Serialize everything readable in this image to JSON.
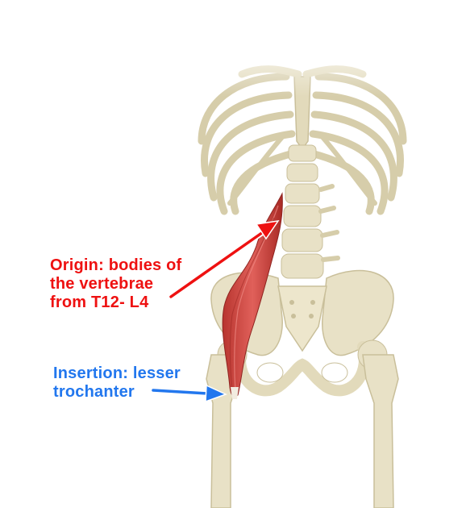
{
  "origin": {
    "lines": [
      "Origin: bodies of",
      "the vertebrae",
      "from T12- L4"
    ]
  },
  "insertion": {
    "lines": [
      "Insertion: lesser",
      "trochanter"
    ]
  },
  "colors": {
    "origin": "#ee1111",
    "insertion": "#2277ee",
    "bone": "#e8e1c6",
    "bone_shadow": "#c9bf9a",
    "muscle": "#d9534a"
  },
  "icons": {
    "origin_arrow": "arrow-icon",
    "insertion_arrow": "arrow-icon"
  }
}
